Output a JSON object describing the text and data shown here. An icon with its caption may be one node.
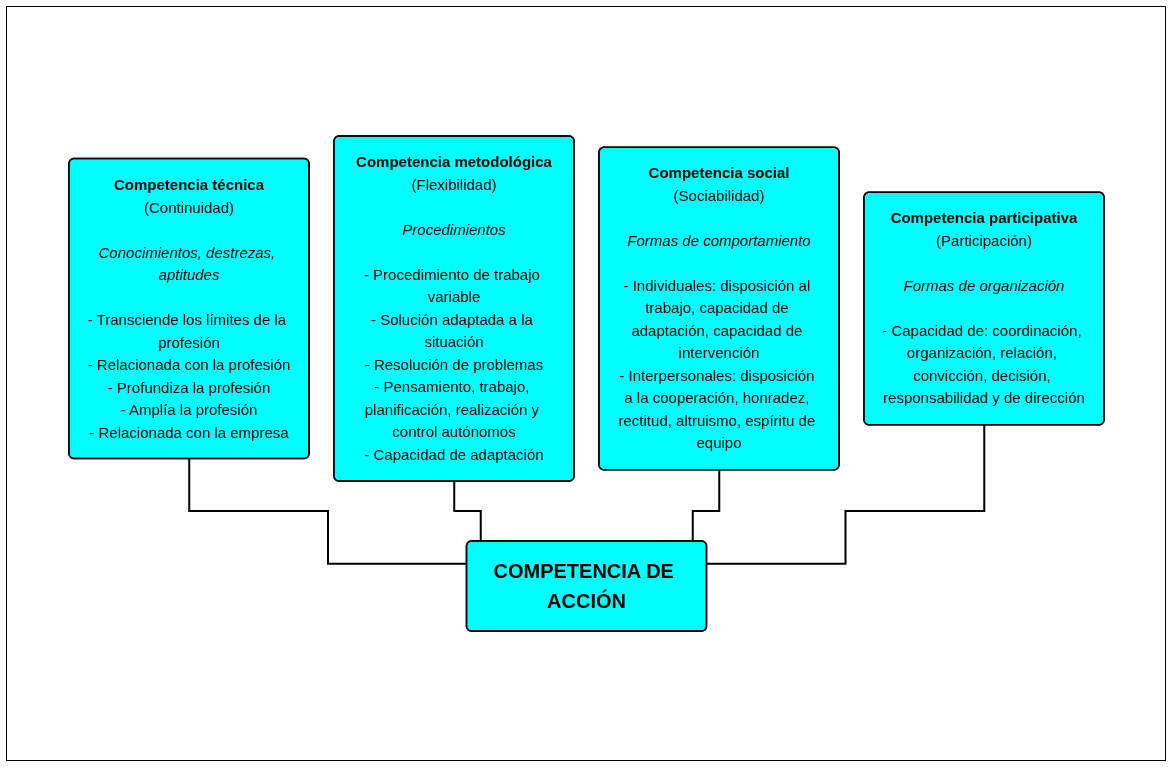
{
  "diagram": {
    "nodes": [
      {
        "text": [
          "Competencia técnica",
          "(Continuidad)",
          "Conocimientos, destrezas, aptitudes",
          "- Transciende los límites de la profesión",
          "- Relacionada con la profesión",
          "- Profundiza la profesión",
          "- Amplía la profesión",
          "- Relacionada con la empresa"
        ]
      },
      {
        "text": [
          "Competencia metodológica",
          "(Flexibilidad)",
          "Procedimientos",
          "- Procedimiento de trabajo variable",
          "- Solución adaptada a la situación",
          "- Resolución de problemas",
          "- Pensamiento, trabajo, planificación, realización y control autónomos",
          "- Capacidad de adaptación"
        ]
      },
      {
        "text": [
          "Competencia social",
          "(Sociabilidad)",
          "Formas de comportamiento",
          "- Individuales: disposición al trabajo, capacidad de adaptación, capacidad de intervención",
          "- Interpersonales: disposición a la cooperación, honradez, rectitud, altruismo, espíritu de equipo"
        ]
      },
      {
        "text": [
          "Competencia participativa",
          "(Participación)",
          "Formas de organización",
          "- Capacidad de: coordinación, organización, relación, convicción, decisión, responsabilidad y de dirección"
        ]
      },
      {
        "text": [
          "COMPETENCIA DE ACCIÓN"
        ]
      }
    ],
    "edges": [
      {
        "from": 0,
        "to": 4,
        "arrow": "none"
      },
      {
        "from": 1,
        "to": 4,
        "arrow": "none"
      },
      {
        "from": 2,
        "to": 4,
        "arrow": "none"
      },
      {
        "from": 3,
        "to": 4,
        "arrow": "none"
      }
    ]
  }
}
